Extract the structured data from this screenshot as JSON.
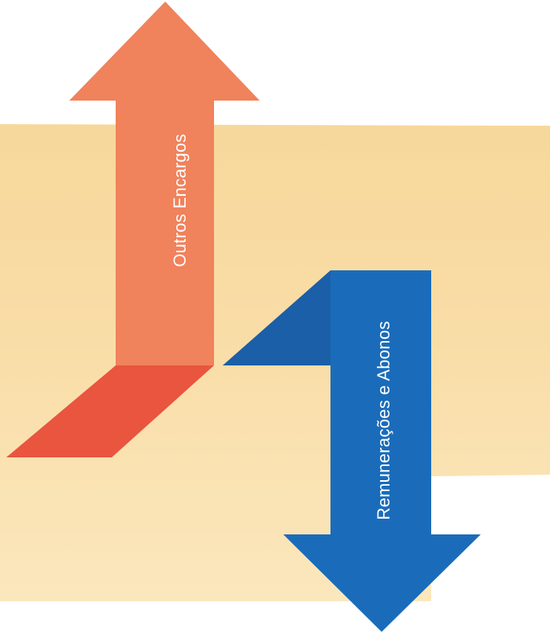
{
  "diagram": {
    "up_arrow": {
      "label": "Outros Encargos",
      "direction": "up"
    },
    "down_arrow": {
      "label": "Remunerações e Abonos",
      "direction": "down"
    }
  },
  "colors": {
    "background_panel": "#f9dca2",
    "background_panel_lower": "#fbe4b4",
    "up_arrow": "#f0825c",
    "up_arrow_base": "#e9553f",
    "down_arrow": "#1a6cba",
    "down_arrow_base": "#1a5fa7",
    "label_text": "#ffffff"
  }
}
